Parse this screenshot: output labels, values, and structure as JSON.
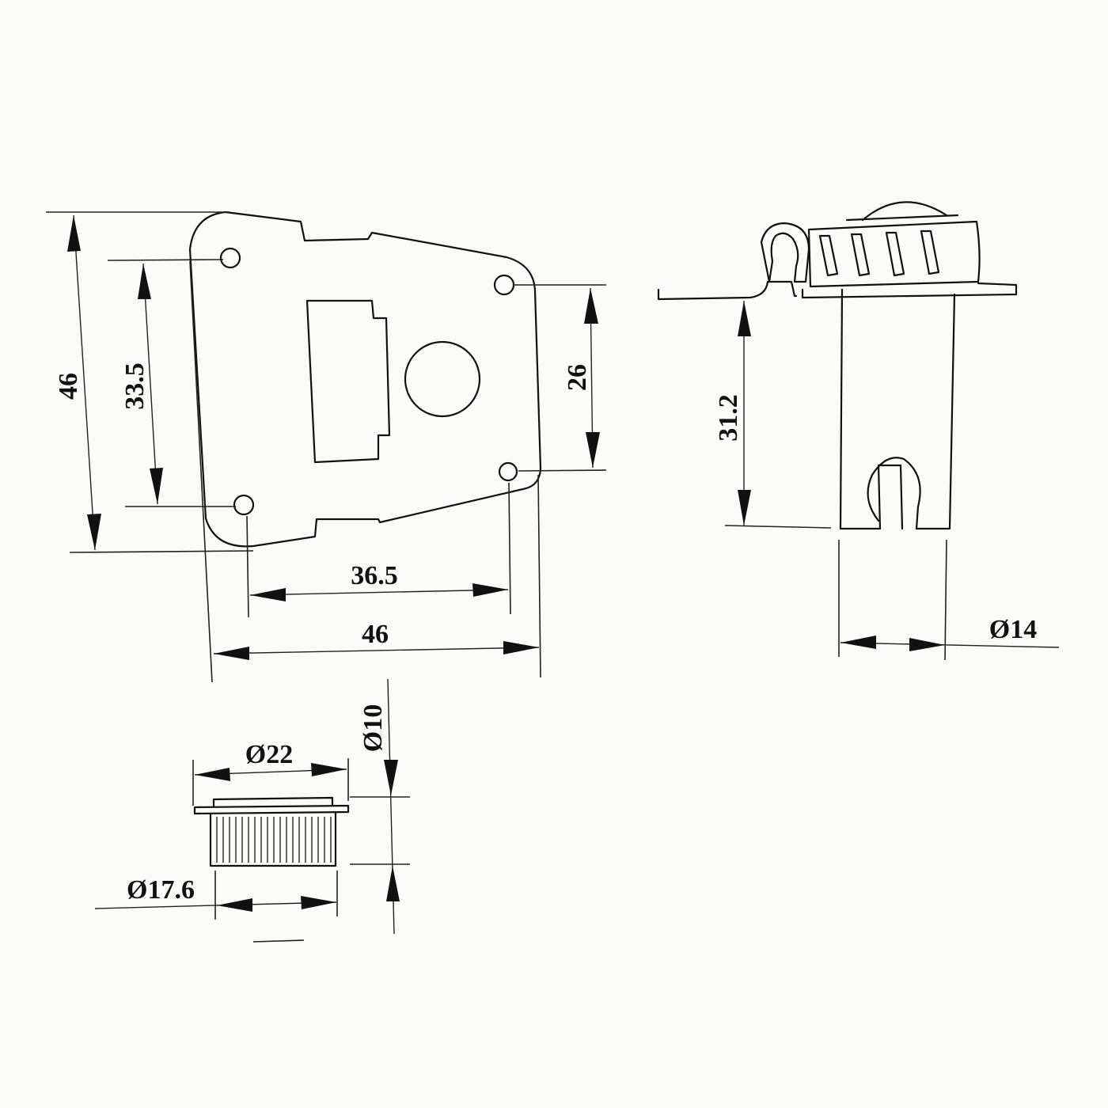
{
  "front_view": {
    "overall_height": "46",
    "hole_spacing_left": "33.5",
    "hole_spacing_right": "26",
    "hole_spacing_horizontal": "36.5",
    "overall_width": "46"
  },
  "side_view": {
    "height": "31.2",
    "diameter": "Ø14"
  },
  "cap_view": {
    "outer_diameter": "Ø22",
    "inner_diameter": "Ø17.6",
    "height": "Ø10"
  }
}
